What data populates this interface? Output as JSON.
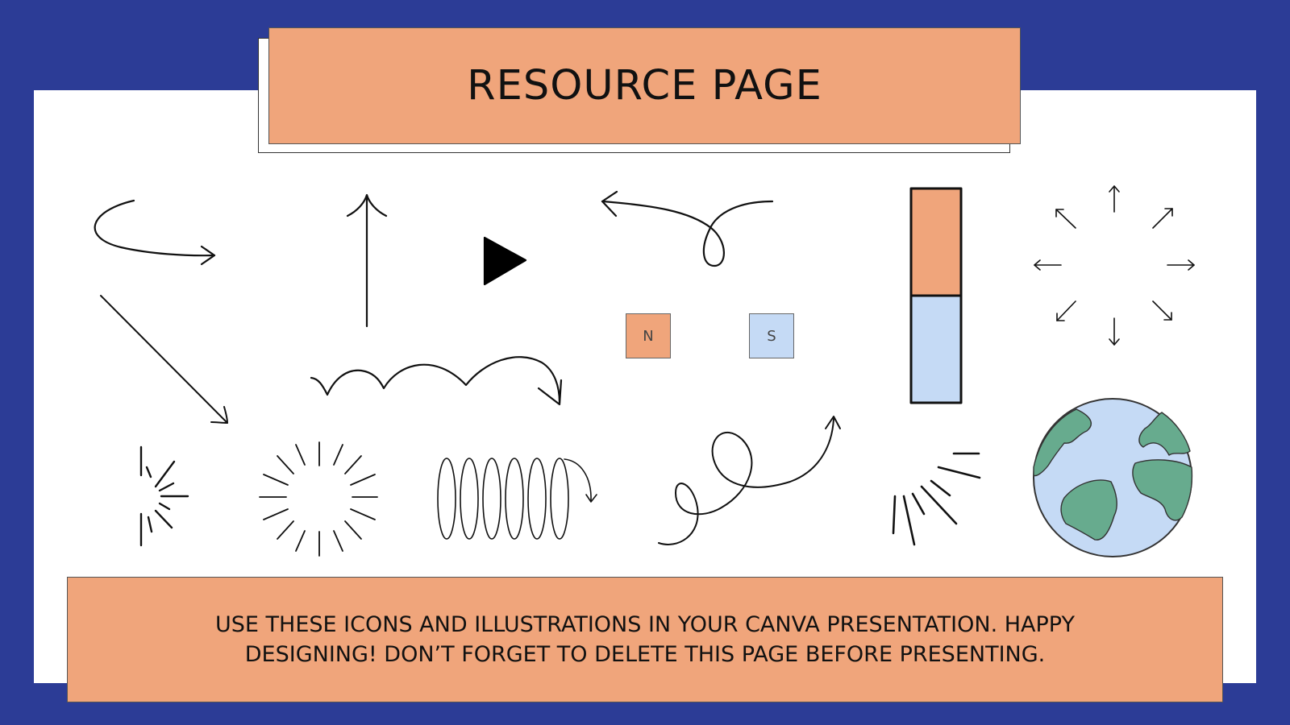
{
  "title": "RESOURCE PAGE",
  "footer": {
    "line1": "USE THESE ICONS AND ILLUSTRATIONS IN YOUR CANVA PRESENTATION. HAPPY",
    "line2": "DESIGNING! DON’T FORGET TO DELETE THIS PAGE BEFORE PRESENTING."
  },
  "magnets": {
    "north": "N",
    "south": "S"
  },
  "colors": {
    "background": "#2c3c96",
    "accent": "#f0a57b",
    "light_blue": "#c5daf5",
    "globe_land": "#67ab8e"
  },
  "icons": [
    "curved-arrow-icon",
    "up-arrow-icon",
    "play-icon",
    "loop-arrow-icon",
    "magnet-bar-icon",
    "compass-arrows-icon",
    "diagonal-arrow-icon",
    "bouncing-arrow-icon",
    "burst-half-icon",
    "sunburst-icon",
    "spring-arrow-icon",
    "swirl-arrow-icon",
    "corner-burst-icon",
    "globe-icon"
  ]
}
